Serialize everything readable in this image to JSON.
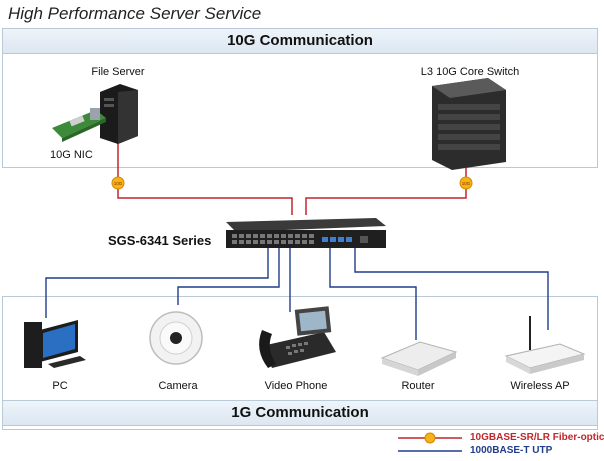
{
  "title": "High Performance Server Service",
  "top_band": "10G Communication",
  "bottom_band": "1G Communication",
  "devices": {
    "file_server": "File Server",
    "nic": "10G NIC",
    "core_switch": "L3 10G Core Switch",
    "switch_model": "SGS-6341 Series",
    "pc": "PC",
    "camera": "Camera",
    "video_phone": "Video Phone",
    "router": "Router",
    "wireless_ap": "Wireless AP"
  },
  "link_badge": "10G",
  "legend": {
    "fiber": "10GBASE-SR/LR Fiber-optic",
    "utp": "1000BASE-T UTP",
    "fiber_color": "#c0272d",
    "utp_color": "#1f3d8a"
  }
}
